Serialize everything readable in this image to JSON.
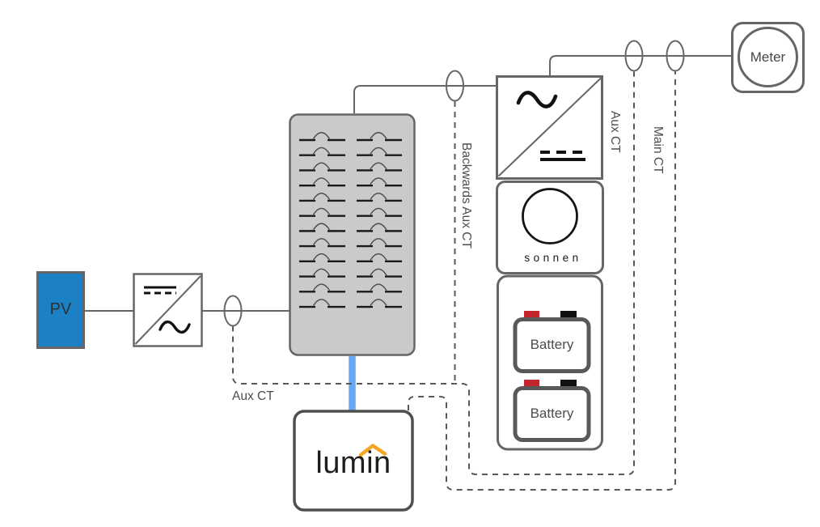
{
  "labels": {
    "pv": "PV",
    "meter": "Meter",
    "sonnen_logo": "sonnen",
    "battery_top": "Battery",
    "battery_bottom": "Battery",
    "lumin_logo": "lumin",
    "aux_ct_pv": "Aux CT",
    "backwards_aux_ct": "Backwards Aux CT",
    "aux_ct": "Aux CT",
    "main_ct": "Main CT"
  },
  "panel": {
    "breaker_rows": 12,
    "breaker_columns": 2
  },
  "colors": {
    "pv_fill": "#1b80c4",
    "line": "#666666",
    "dashed": "#595959",
    "panel_fill": "#cacaca",
    "battery_terminal_red": "#c4242c",
    "battery_terminal_black": "#111111",
    "lumin_accent": "#f5a623",
    "dc_cable_blue": "#66a9f4",
    "label_text": "#4d4d4d"
  }
}
